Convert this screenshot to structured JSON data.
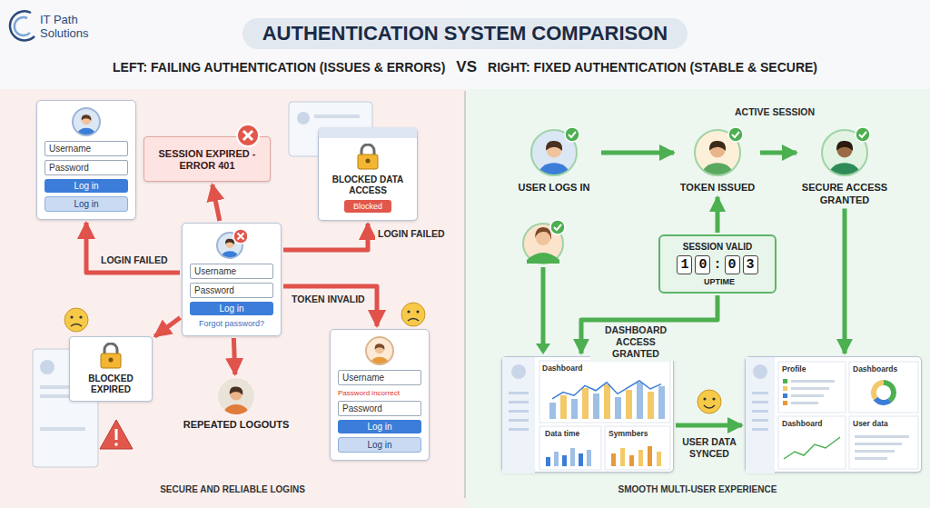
{
  "diagram": {
    "title": "AUTHENTICATION SYSTEM COMPARISON",
    "nodes": [
      {
        "text": [
          "Username",
          "Password",
          "Log in",
          "Log in"
        ]
      },
      {
        "text": [
          "SESSION EXPIRED - ERROR 401"
        ]
      },
      {
        "text": [
          "BLOCKED DATA ACCESS",
          "Blocked"
        ]
      },
      {
        "text": [
          "Username",
          "Password",
          "Log in",
          "Forgot password?"
        ]
      },
      {
        "text": [
          "BLOCKED EXPIRED"
        ]
      },
      {
        "text": [
          "REPEATED LOGOUTS"
        ]
      },
      {
        "text": [
          "Username",
          "Password incorrect",
          "Password",
          "Log in",
          "Log in"
        ]
      },
      {
        "text": [
          "USER LOGS IN"
        ]
      },
      {
        "text": [
          "TOKEN ISSUED"
        ]
      },
      {
        "text": [
          "SECURE ACCESS GRANTED"
        ]
      },
      {
        "text": [
          "SESSION VALID",
          "1",
          "0",
          ":",
          "0",
          "3",
          "UPTIME"
        ]
      },
      {
        "text": [
          "Dashboard",
          "Data time",
          "Symmbers"
        ]
      },
      {
        "text": [
          "Profile",
          "Dashboards",
          "Dashboard",
          "User data"
        ]
      }
    ],
    "edges": [
      {
        "from": 3,
        "to": 0,
        "label": "LOGIN FAILED",
        "arrow": "to"
      },
      {
        "from": 3,
        "to": 1,
        "arrow": "to"
      },
      {
        "from": 3,
        "to": 2,
        "label": "LOGIN FAILED",
        "arrow": "to"
      },
      {
        "from": 3,
        "to": 6,
        "label": "TOKEN INVALID",
        "arrow": "to"
      },
      {
        "from": 3,
        "to": 4,
        "arrow": "to"
      },
      {
        "from": 3,
        "to": 5,
        "arrow": "to"
      },
      {
        "from": 7,
        "to": 8,
        "arrow": "to"
      },
      {
        "from": 8,
        "to": 9,
        "label": "ACTIVE SESSION",
        "arrow": "to"
      },
      {
        "from": 10,
        "to": 8,
        "arrow": "to"
      },
      {
        "from": 10,
        "to": 11,
        "label": "DASHBOARD ACCESS GRANTED",
        "arrow": "to"
      },
      {
        "from": 9,
        "to": 12,
        "arrow": "to"
      },
      {
        "from": 11,
        "to": 12,
        "label": "USER DATA SYNCED",
        "arrow": "to"
      }
    ],
    "labels": [
      "IT Path Solutions",
      "LEFT: FAILING AUTHENTICATION (ISSUES & ERRORS)",
      "VS",
      "RIGHT: FIXED AUTHENTICATION (STABLE & SECURE)",
      "SECURE AND RELIABLE LOGINS",
      "SMOOTH MULTI-USER EXPERIENCE"
    ]
  }
}
